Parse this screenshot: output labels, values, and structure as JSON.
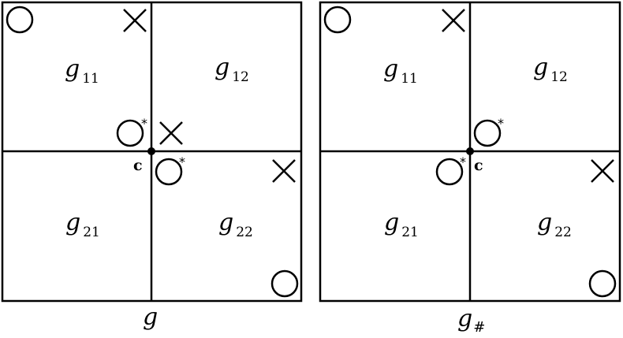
{
  "diagrams": [
    {
      "caption": "g",
      "caption_sub": "",
      "center_label": "c",
      "cells": [
        {
          "base": "g",
          "sub": "11"
        },
        {
          "base": "g",
          "sub": "12"
        },
        {
          "base": "g",
          "sub": "21"
        },
        {
          "base": "g",
          "sub": "22"
        }
      ],
      "star": "*"
    },
    {
      "caption": "g",
      "caption_sub": "#",
      "center_label": "c",
      "cells": [
        {
          "base": "g",
          "sub": "11"
        },
        {
          "base": "g",
          "sub": "12"
        },
        {
          "base": "g",
          "sub": "21"
        },
        {
          "base": "g",
          "sub": "22"
        }
      ],
      "star": "*"
    }
  ]
}
